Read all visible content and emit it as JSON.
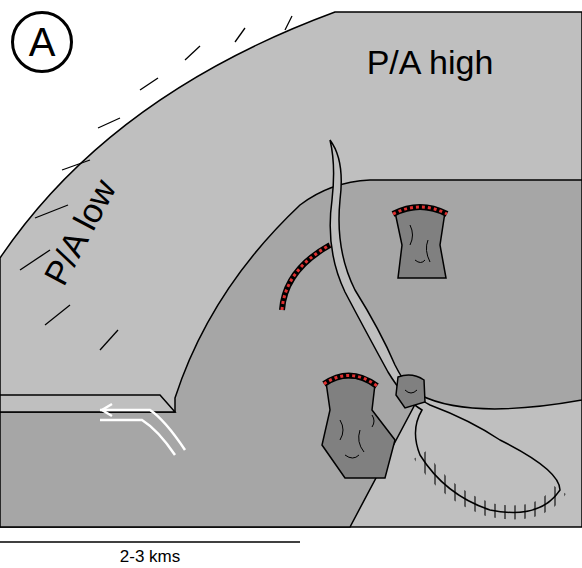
{
  "diagram": {
    "nodes": [
      {
        "text": [
          "A"
        ]
      }
    ],
    "labels": [
      "P/A high",
      "P/A low",
      "2-3 kms"
    ]
  }
}
